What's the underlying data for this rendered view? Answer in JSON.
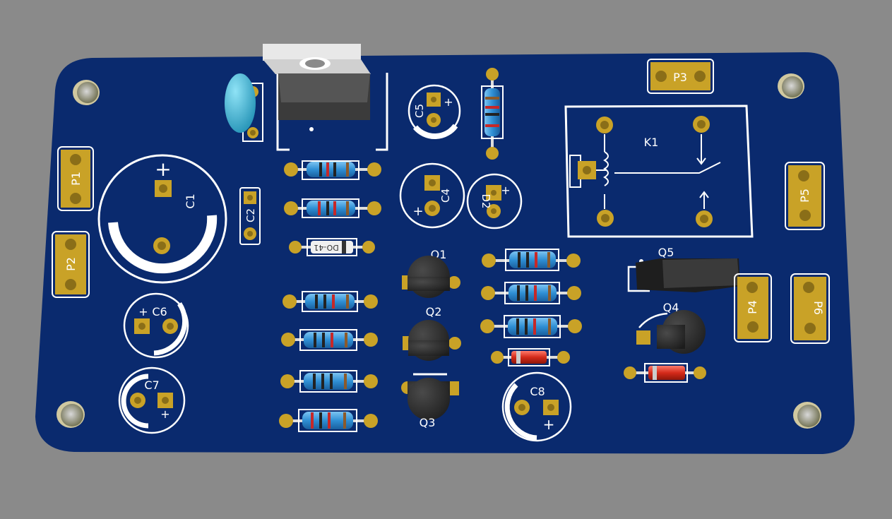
{
  "colors": {
    "background": "#8a8a8a",
    "board": "#0a2a6e",
    "silkscreen": "#ffffff",
    "pad": "#c9a227",
    "resistor_body": "#2f8fd4",
    "diode_body": "#d42a1a",
    "transistor_body": "#2b2b2b",
    "ceramic_cap": "#35b6d6"
  },
  "labels": {
    "C1": "C1",
    "C2": "C2",
    "C4": "C4",
    "C5": "C5",
    "C6": "C6",
    "C7": "C7",
    "C8": "C8",
    "D2": "D2",
    "K1": "K1",
    "P1": "P1",
    "P2": "P2",
    "P3": "P3",
    "P4": "P4",
    "P5": "P5",
    "P6": "P6",
    "Q1": "Q1",
    "Q2": "Q2",
    "Q3": "Q3",
    "Q4": "Q4",
    "Q5": "Q5",
    "plus": "+",
    "diode_pkg": "DO-41"
  }
}
